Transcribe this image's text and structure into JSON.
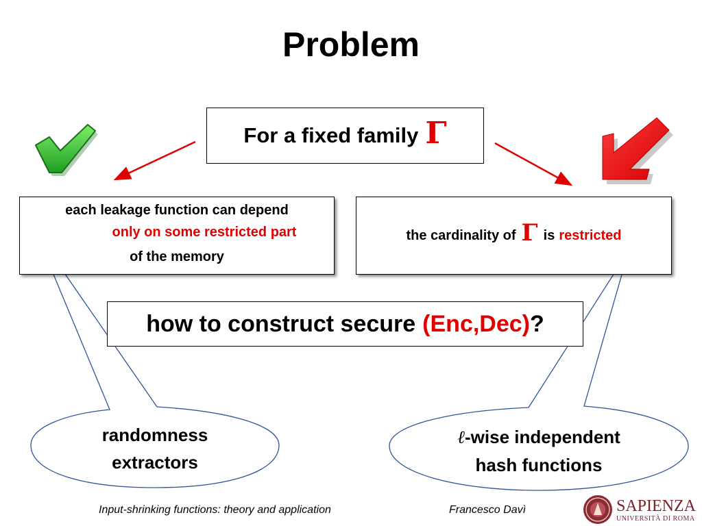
{
  "slide": {
    "title": "Problem",
    "top_box": {
      "text": "For a fixed family",
      "symbol": "Γ"
    },
    "left_box": {
      "line1": "each leakage function can depend",
      "line2": "only on some restricted part",
      "line3": "of the memory"
    },
    "right_box": {
      "before": "the cardinality of",
      "symbol": "Γ",
      "is": "is",
      "restricted": "restricted"
    },
    "question": {
      "before": "how to construct secure",
      "highlight": "(Enc,Dec)",
      "after": "?"
    },
    "left_bubble": {
      "line1": "randomness",
      "line2": "extractors"
    },
    "right_bubble": {
      "symbol": "ℓ",
      "line1": "-wise independent",
      "line2": "hash functions"
    }
  },
  "footer": {
    "left": "Input-shrinking functions: theory and application",
    "right": "Francesco Davì"
  },
  "logo": {
    "name": "SAPIENZA",
    "subtitle": "UNIVERSITÀ DI ROMA"
  },
  "colors": {
    "accent_red": "#e00000",
    "check_green": "#2ec12e",
    "logo_maroon": "#7a1f2b",
    "callout_blue": "#2f5597"
  },
  "icons": [
    "checkmark-icon",
    "down-left-arrow-icon",
    "sapienza-seal-icon"
  ]
}
